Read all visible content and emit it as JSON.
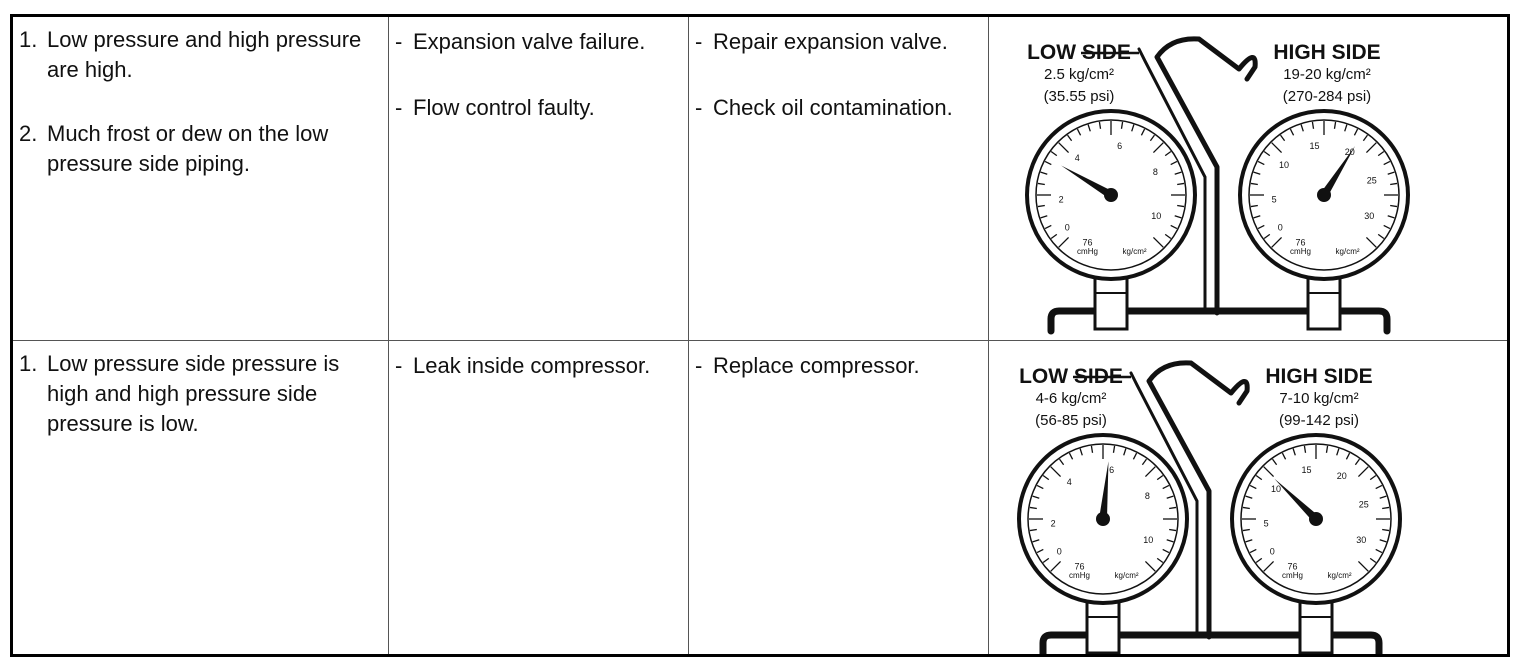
{
  "rows": [
    {
      "conditions": [
        {
          "num": "1.",
          "text": "Low pressure and high pressure are high."
        },
        {
          "num": "2.",
          "text": "Much frost or dew on the low pressure side piping."
        }
      ],
      "causes": [
        {
          "bullet": "-",
          "text": "Expansion valve failure."
        },
        {
          "bullet": "-",
          "text": "Flow control faulty."
        }
      ],
      "remedies": [
        {
          "bullet": "-",
          "text": "Repair expansion valve."
        },
        {
          "bullet": "-",
          "text": "Check oil contamination."
        }
      ],
      "gauge": {
        "low_title": "LOW SIDE",
        "low_value": "2.5 kg/cm²",
        "low_psi": "(35.55 psi)",
        "high_title": "HIGH SIDE",
        "high_value": "19-20 kg/cm²",
        "high_psi": "(270-284 psi)",
        "low_ticks": [
          "2",
          "4",
          "6",
          "8",
          "10",
          "0",
          "76",
          "cmHg",
          "kg/cm²"
        ],
        "high_ticks": [
          "5",
          "10",
          "15",
          "20",
          "25",
          "30",
          "0",
          "76",
          "cmHg",
          "kg/cm²"
        ],
        "low_needle_level": 0.28,
        "high_needle_level": 0.62
      }
    },
    {
      "conditions": [
        {
          "num": "1.",
          "text": "Low pressure side pressure is high and high pressure side pressure is low."
        }
      ],
      "causes": [
        {
          "bullet": "-",
          "text": "Leak inside compressor."
        }
      ],
      "remedies": [
        {
          "bullet": "-",
          "text": "Replace compressor."
        }
      ],
      "gauge": {
        "low_title": "LOW SIDE",
        "low_value": "4-6 kg/cm²",
        "low_psi": "(56-85 psi)",
        "high_title": "HIGH SIDE",
        "high_value": "7-10 kg/cm²",
        "high_psi": "(99-142 psi)",
        "low_ticks": [
          "2",
          "4",
          "6",
          "8",
          "10",
          "0",
          "76",
          "cmHg",
          "kg/cm²"
        ],
        "high_ticks": [
          "5",
          "10",
          "15",
          "20",
          "25",
          "30",
          "0",
          "76",
          "cmHg",
          "kg/cm²"
        ],
        "low_needle_level": 0.52,
        "high_needle_level": 0.33
      }
    }
  ]
}
